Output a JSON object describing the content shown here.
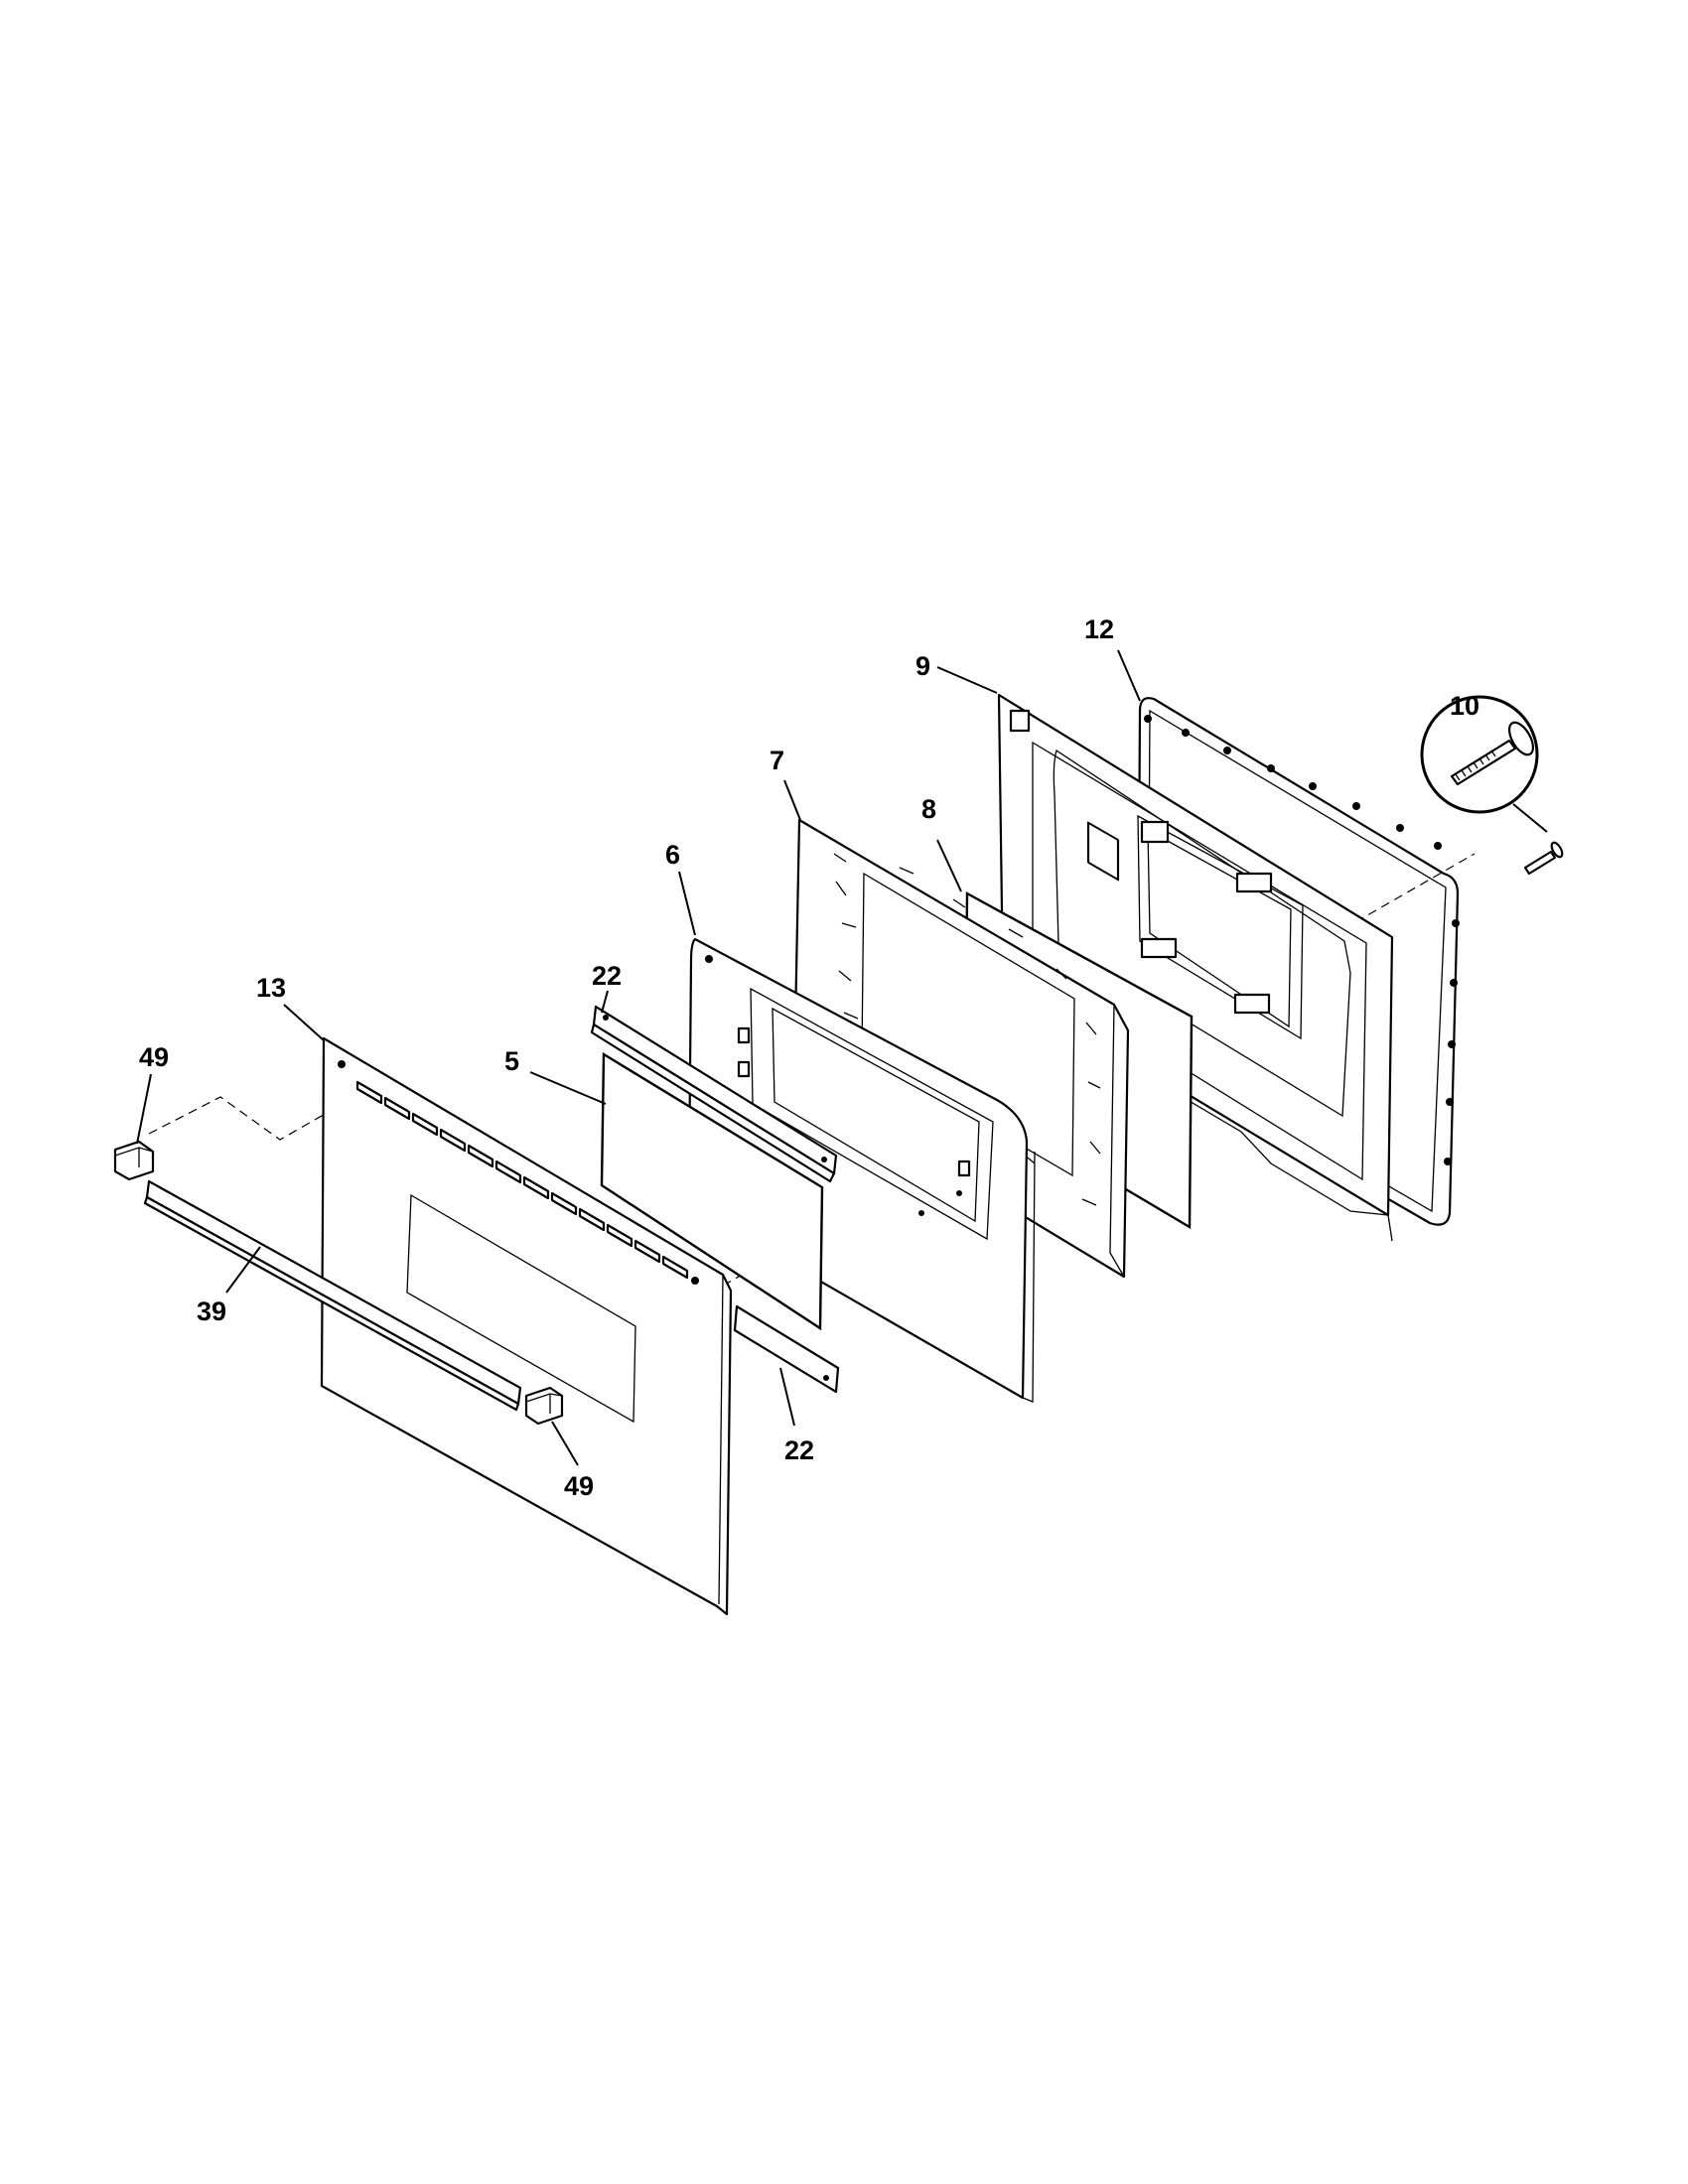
{
  "callouts": {
    "c12": "12",
    "c9": "9",
    "c10": "10",
    "c7": "7",
    "c8": "8",
    "c6": "6",
    "c22_top": "22",
    "c13": "13",
    "c49_top": "49",
    "c5": "5",
    "c39": "39",
    "c49_bottom": "49",
    "c22_bottom": "22"
  },
  "colors": {
    "line": "#000000",
    "background": "#ffffff"
  }
}
